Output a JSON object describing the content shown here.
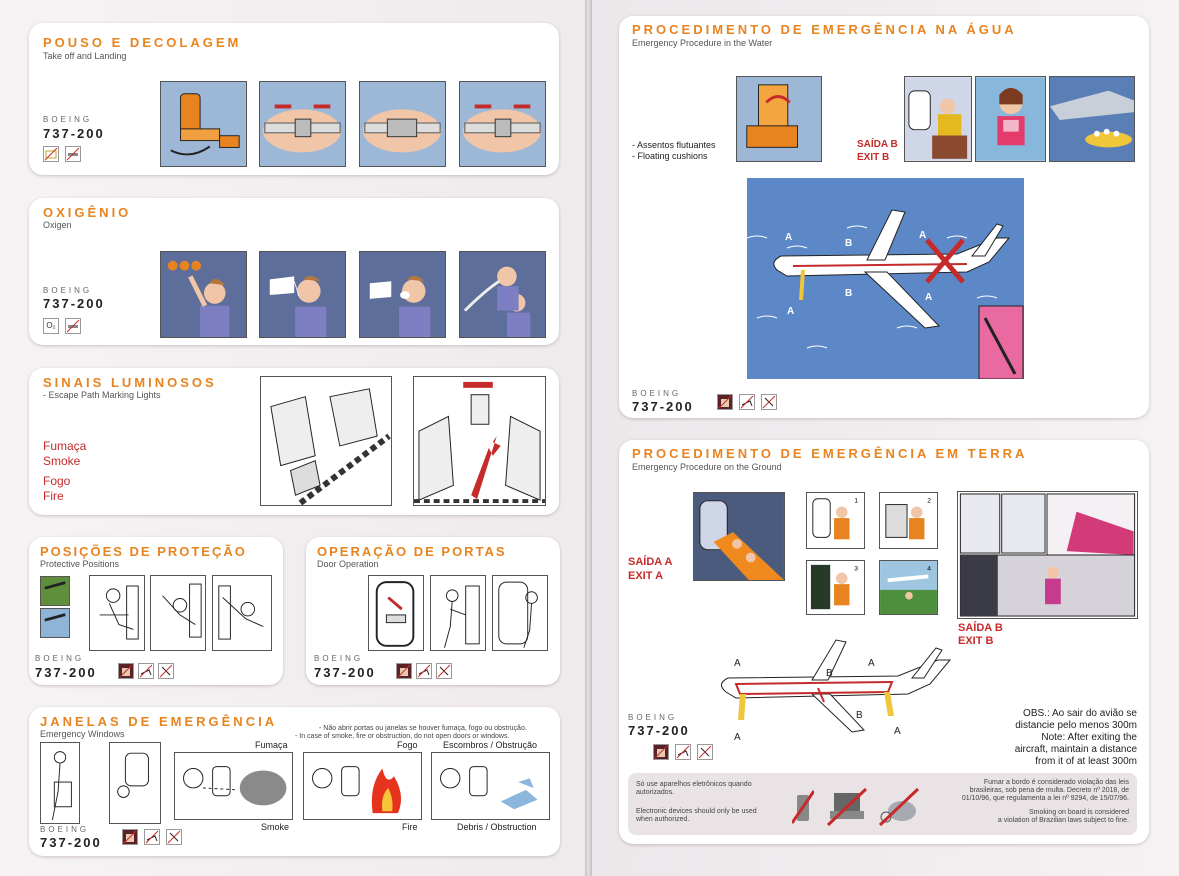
{
  "left": {
    "takeoff": {
      "title": "POUSO E DECOLAGEM",
      "subtitle": "Take off and Landing",
      "boeing": "BOEING",
      "model": "737-200"
    },
    "oxygen": {
      "title": "OXIGÊNIO",
      "subtitle": "Oxigen",
      "boeing": "BOEING",
      "model": "737-200",
      "o2": "O₂"
    },
    "lights": {
      "title": "SINAIS LUMINOSOS",
      "subtitle": "- Escape Path Marking Lights",
      "smoke_pt": "Fumaça",
      "smoke_en": "Smoke",
      "fire_pt": "Fogo",
      "fire_en": "Fire"
    },
    "protective": {
      "title": "POSIÇÕES DE PROTEÇÃO",
      "subtitle": "Protective Positions",
      "boeing": "BOEING",
      "model": "737-200"
    },
    "doors": {
      "title": "OPERAÇÃO DE PORTAS",
      "subtitle": "Door Operation",
      "boeing": "BOEING",
      "model": "737-200"
    },
    "windows": {
      "title": "JANELAS DE EMERGÊNCIA",
      "subtitle": "Emergency Windows",
      "note_pt": "- Não abrir portas ou janelas se houver fumaça, fogo ou obstrução.",
      "note_en": "- In case of smoke, fire or obstruction, do not open doors or windows.",
      "fumaca": "Fumaça",
      "smoke": "Smoke",
      "fogo": "Fogo",
      "fire": "Fire",
      "escombros": "Escombros / Obstrução",
      "debris": "Debris / Obstruction",
      "boeing": "BOEING",
      "model": "737-200"
    }
  },
  "right": {
    "water": {
      "title": "PROCEDIMENTO DE EMERGÊNCIA NA ÁGUA",
      "subtitle": "Emergency Procedure in the Water",
      "cushion_pt": "- Assentos flutuantes",
      "cushion_en": "- Floating cushions",
      "exit_pt": "SAÍDA B",
      "exit_en": "EXIT B",
      "letters": {
        "a": "A",
        "b": "B"
      },
      "boeing": "BOEING",
      "model": "737-200"
    },
    "ground": {
      "title": "PROCEDIMENTO DE EMERGÊNCIA EM TERRA",
      "subtitle": "Emergency Procedure on the Ground",
      "exitA_pt": "SAÍDA A",
      "exitA_en": "EXIT A",
      "exitB_pt": "SAÍDA B",
      "exitB_en": "EXIT B",
      "letters": {
        "a": "A",
        "b": "B"
      },
      "steps": [
        "1",
        "2",
        "3",
        "4"
      ],
      "obs_pt1": "OBS.: Ao sair do avião se",
      "obs_pt2": "distancie pelo menos 300m",
      "obs_en1": "Note: After exiting the",
      "obs_en2": "aircraft, maintain a distance",
      "obs_en3": "from it of at least 300m",
      "boeing": "BOEING",
      "model": "737-200"
    },
    "footer": {
      "elec_pt1": "Só use aparelhos eletrônicos quando",
      "elec_pt2": "autorizados.",
      "elec_en1": "Electronic devices should only be used",
      "elec_en2": "when authorized.",
      "smoke_pt1": "Fumar a bordo é considerado violação das leis",
      "smoke_pt2": "brasileiras, sob pena de multa. Decreto nº 2018, de",
      "smoke_pt3": "01/10/96, que regulamenta a lei nº 9294, de 15/07/96.",
      "smoke_en1": "Smoking on board   is considered",
      "smoke_en2": "a  violation of  Brazilian laws subject to fine."
    }
  }
}
